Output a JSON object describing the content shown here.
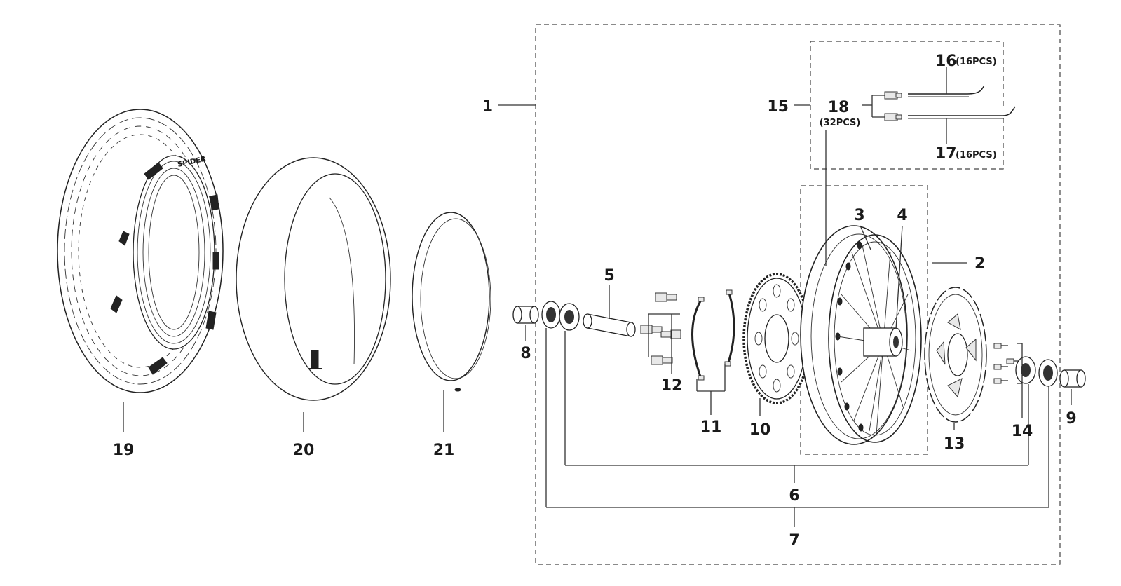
{
  "callouts": {
    "c1": "1",
    "c2": "2",
    "c3": "3",
    "c4": "4",
    "c5": "5",
    "c6": "6",
    "c7": "7",
    "c8": "8",
    "c9": "9",
    "c10": "10",
    "c11": "11",
    "c12": "12",
    "c13": "13",
    "c14": "14",
    "c15": "15",
    "c16": "16",
    "c17": "17",
    "c18": "18",
    "c19": "19",
    "c20": "20",
    "c21": "21"
  },
  "quantities": {
    "q16": "(16PCS)",
    "q17": "(16PCS)",
    "q18": "(32PCS)"
  },
  "tire_text": "SPIDER",
  "icons": [
    "tire-icon",
    "inner-tube-icon",
    "rim-band-icon",
    "spacer-icon",
    "bearing-icon",
    "axle-sleeve-icon",
    "bolt-icon",
    "hub-clip-icon",
    "sprocket-icon",
    "wheel-icon",
    "brake-disc-icon",
    "spoke-icon",
    "nipple-icon"
  ]
}
